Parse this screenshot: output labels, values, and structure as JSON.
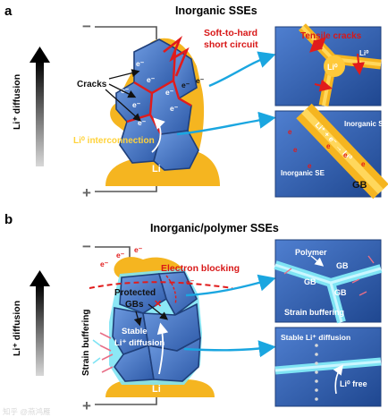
{
  "panel_a": {
    "letter": "a",
    "title": "Inorganic SSEs",
    "axis_label": "Li⁺ diffusion",
    "label_short": "Soft-to-hard short circuit",
    "label_short_l1": "Soft-to-hard",
    "label_short_l2": "short circuit",
    "label_cracks": "Cracks",
    "label_li_interconnection": "Li⁰ interconnection",
    "label_li": "Li",
    "electron": "e⁻",
    "terminal_minus": "−",
    "terminal_plus": "+",
    "inset1": {
      "label_tensile": "Tensile cracks",
      "label_li0": "Li⁰"
    },
    "inset2": {
      "label_inorganic_se_1": "Inorganic SE",
      "label_inorganic_se_2": "Inorganic SE",
      "label_flux": "Li⁺ + e⁻ → Li⁰",
      "label_gb": "GB"
    }
  },
  "panel_b": {
    "letter": "b",
    "title": "Inorganic/polymer SSEs",
    "axis_label": "Li⁺ diffusion",
    "label_electron_blocking": "Electron blocking",
    "label_protected_gbs": "Protected GBs",
    "label_protected_l1": "Protected",
    "label_protected_l2": "GBs",
    "label_stable": "Stable Li⁺ diffusion",
    "label_stable_l1": "Stable",
    "label_stable_l2": "Li⁺ diffusion",
    "label_strain_buffering_side": "Strain buffering",
    "label_li": "Li",
    "electron": "e⁻",
    "terminal_minus": "−",
    "terminal_plus": "+",
    "inset1": {
      "label_polymer": "Polymer",
      "label_gb1": "GB",
      "label_gb2": "GB",
      "label_gb3": "GB",
      "label_strain": "Strain buffering"
    },
    "inset2": {
      "label_stable": "Stable Li⁺ diffusion",
      "label_li0_free": "Li⁰ free"
    }
  },
  "watermark": "知乎 @燕鸿雁",
  "colors": {
    "grain_blue": "#3d6fc4",
    "grain_dark": "#1f3f7a",
    "lithium_gold": "#f5b520",
    "crack_red": "#e11b1b",
    "arrow_cyan": "#1aa6e0",
    "polymer_cyan": "#7fe4f4",
    "label_red": "#d81818",
    "label_yellow": "#ffd23a"
  }
}
